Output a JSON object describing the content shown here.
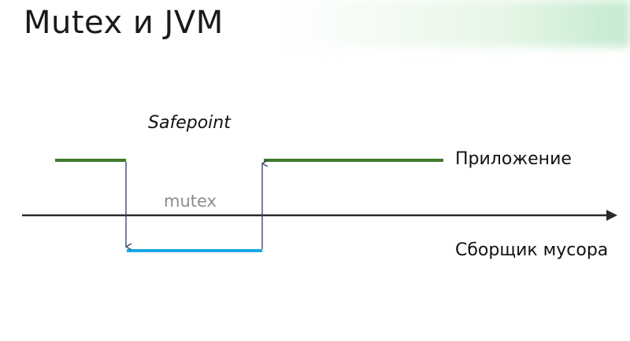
{
  "slide": {
    "title": "Mutex и JVM"
  },
  "diagram": {
    "safepoint_label": "Safepoint",
    "mutex_label": "mutex",
    "application_label": "Приложение",
    "gc_label": "Сборщик мусора",
    "colors": {
      "application_line": "#3f7a2c",
      "gc_line": "#1aa7e0",
      "arrow": "#2d3e66",
      "timeline": "#2b2b2b",
      "mutex_text": "#8c8c8c"
    }
  }
}
